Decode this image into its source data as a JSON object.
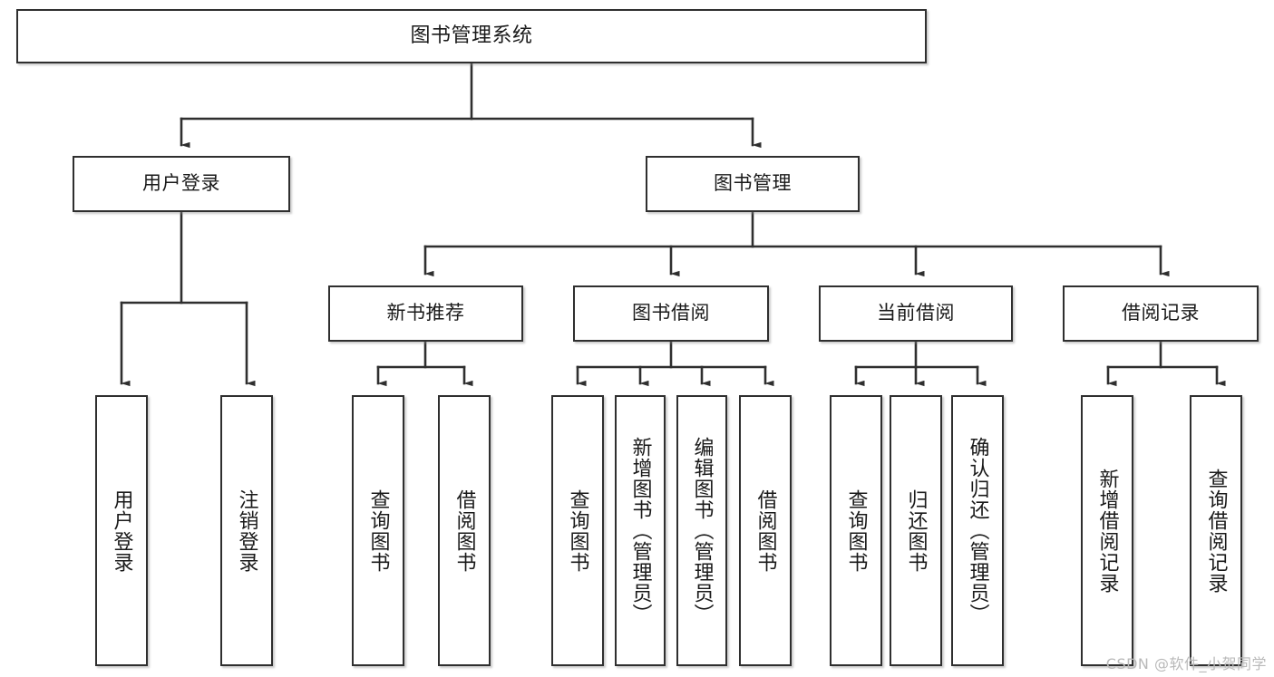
{
  "diagram": {
    "title": "图书管理系统",
    "type": "tree",
    "colors": {
      "box_border": "#2f2f2f",
      "box_fill": "#ffffff",
      "edge": "#2f2f2f",
      "text": "#1a1a1a",
      "watermark": "#b9b9b9"
    },
    "watermark": "CSDN @软件_小贺同学",
    "nodes": {
      "root": {
        "label": "图书管理系统"
      },
      "level2": [
        {
          "id": "user-login",
          "label": "用户登录"
        },
        {
          "id": "book-manage",
          "label": "图书管理"
        }
      ],
      "level3": [
        {
          "id": "new-book-rec",
          "label": "新书推荐"
        },
        {
          "id": "book-borrow",
          "label": "图书借阅"
        },
        {
          "id": "current-borrow",
          "label": "当前借阅"
        },
        {
          "id": "borrow-record",
          "label": "借阅记录"
        }
      ],
      "leaves": {
        "user_login": [
          {
            "id": "leaf-user-login",
            "label": "用户登录"
          },
          {
            "id": "leaf-user-logout",
            "label": "注销登录"
          }
        ],
        "new_book_rec": [
          {
            "id": "leaf-query-book-1",
            "label": "查询图书"
          },
          {
            "id": "leaf-borrow-book-1",
            "label": "借阅图书"
          }
        ],
        "book_borrow": [
          {
            "id": "leaf-query-book-2",
            "label": "查询图书"
          },
          {
            "id": "leaf-add-book",
            "label": "新增图书（管理员）"
          },
          {
            "id": "leaf-edit-book",
            "label": "编辑图书（管理员）"
          },
          {
            "id": "leaf-borrow-book-2",
            "label": "借阅图书"
          }
        ],
        "current_borrow": [
          {
            "id": "leaf-query-book-3",
            "label": "查询图书"
          },
          {
            "id": "leaf-return-book",
            "label": "归还图书"
          },
          {
            "id": "leaf-confirm-return",
            "label": "确认归还（管理员）"
          }
        ],
        "borrow_record": [
          {
            "id": "leaf-add-record",
            "label": "新增借阅记录"
          },
          {
            "id": "leaf-query-record",
            "label": "查询借阅记录"
          }
        ]
      }
    }
  }
}
